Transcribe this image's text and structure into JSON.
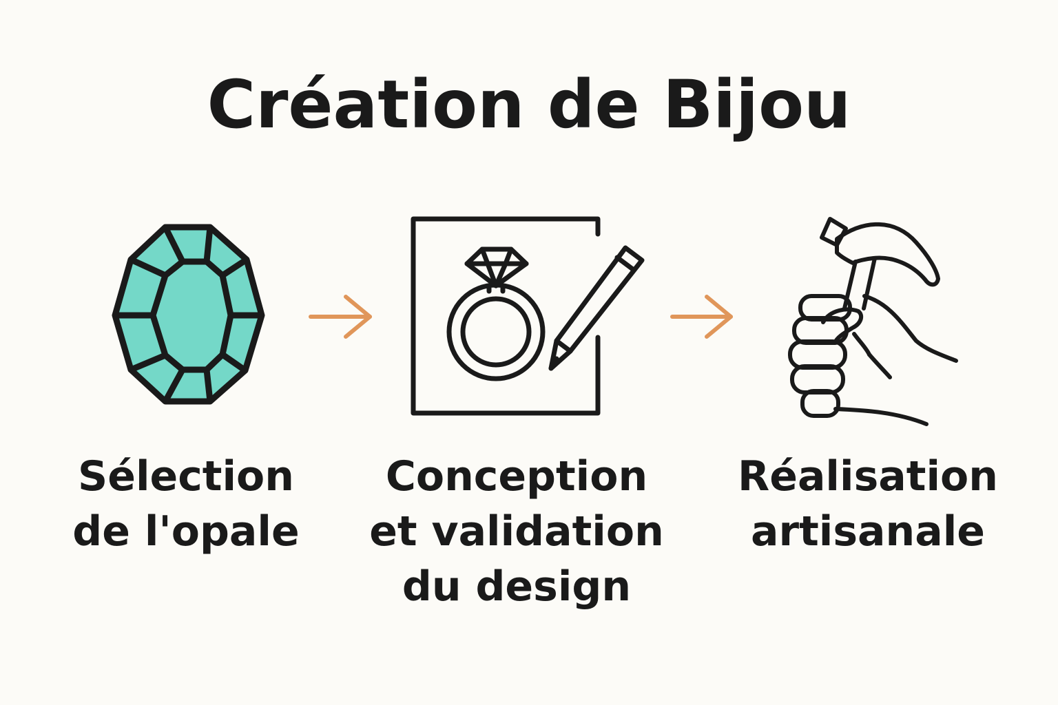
{
  "title": "Création de Bijou",
  "colors": {
    "background": "#fcfbf7",
    "ink": "#1a1a1a",
    "opal": "#74d8c8",
    "arrow": "#e0965a"
  },
  "steps": [
    {
      "icon": "opal-gem-icon",
      "lines": [
        "Sélection",
        "de l'opale"
      ]
    },
    {
      "icon": "ring-design-sketch-icon",
      "lines": [
        "Conception",
        "et validation",
        "du design"
      ]
    },
    {
      "icon": "hand-hammer-icon",
      "lines": [
        "Réalisation",
        "artisanale"
      ]
    }
  ],
  "connectors": [
    "arrow-right-icon",
    "arrow-right-icon"
  ]
}
